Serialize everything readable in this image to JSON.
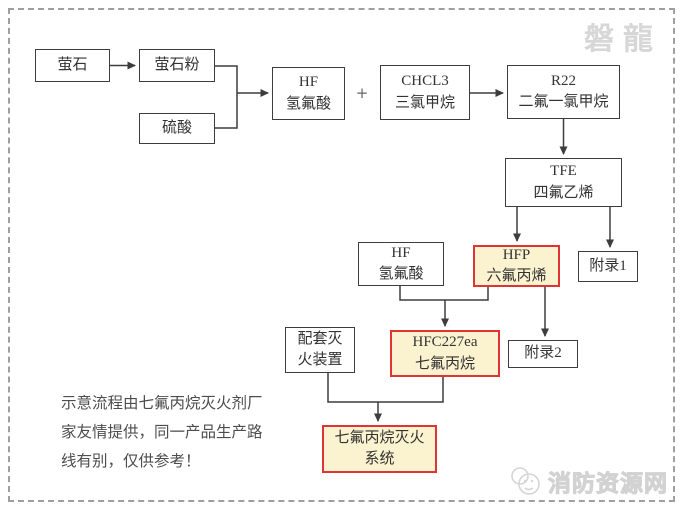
{
  "watermarks": {
    "top_right": "磐龍",
    "bottom_right": "消防资源网"
  },
  "note": "示意流程由七氟丙烷灭火剂厂\n家友情提供，同一产品生产路\n线有别，仅供参考！",
  "plus_sign": "+",
  "colors": {
    "box_border": "#3d3d3d",
    "highlight_border": "#e03333",
    "highlight_background": "#fbf3cf",
    "watermark": "#d7d7d7",
    "dashed_frame": "#9f9f9f"
  },
  "nodes": {
    "fluorite": {
      "label": "萤石"
    },
    "fluorite_powder": {
      "label": "萤石粉"
    },
    "sulfuric_acid": {
      "label": "硫酸"
    },
    "hf_1": {
      "label": "HF\n氢氟酸"
    },
    "chcl3": {
      "label": "CHCL3\n三氯甲烷"
    },
    "r22": {
      "label": "R22\n二氟一氯甲烷"
    },
    "tfe": {
      "label": "TFE\n四氟乙烯"
    },
    "hf_2": {
      "label": "HF\n氢氟酸"
    },
    "hfp": {
      "label": "HFP\n六氟丙烯"
    },
    "appendix_1": {
      "label": "附录1"
    },
    "supporting_equipment": {
      "label": "配套灭\n火装置"
    },
    "hfc227ea": {
      "label": "HFC227ea\n七氟丙烷"
    },
    "appendix_2": {
      "label": "附录2"
    },
    "hfc_system": {
      "label": "七氟丙烷灭火\n系统"
    }
  }
}
